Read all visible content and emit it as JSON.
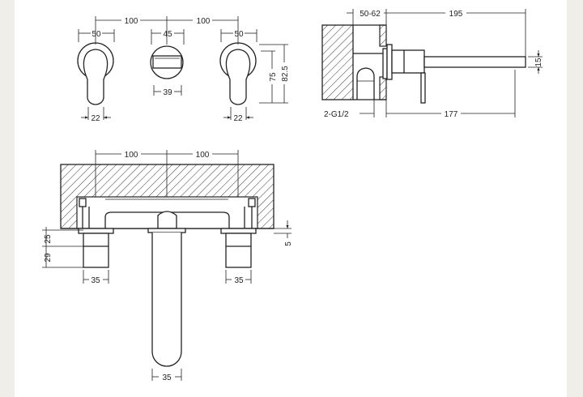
{
  "title": "Wall mounted basin mixer technical drawing",
  "plan_view": {
    "spacing_left": "100",
    "spacing_right": "100",
    "handle_left_width": "50",
    "handle_right_width": "50",
    "diverter_width": "45",
    "diverter_inner": "39",
    "lever_left_width": "22",
    "lever_right_width": "22",
    "handle_height_75": "75",
    "handle_height_825": "82.5"
  },
  "side_view": {
    "wall_depth": "50-62",
    "spout_projection": "195",
    "spout_height": "15",
    "inlet": "2-G1/2",
    "spout_reach": "177"
  },
  "front_view": {
    "spacing_left": "100",
    "spacing_right": "100",
    "dim_25": "25",
    "dim_29": "29",
    "dim_5": "5",
    "handle_left_dia": "35",
    "handle_right_dia": "35",
    "spout_dia": "35"
  },
  "colors": {
    "background": "#efeee9",
    "sheet": "#ffffff",
    "line": "#222222"
  }
}
